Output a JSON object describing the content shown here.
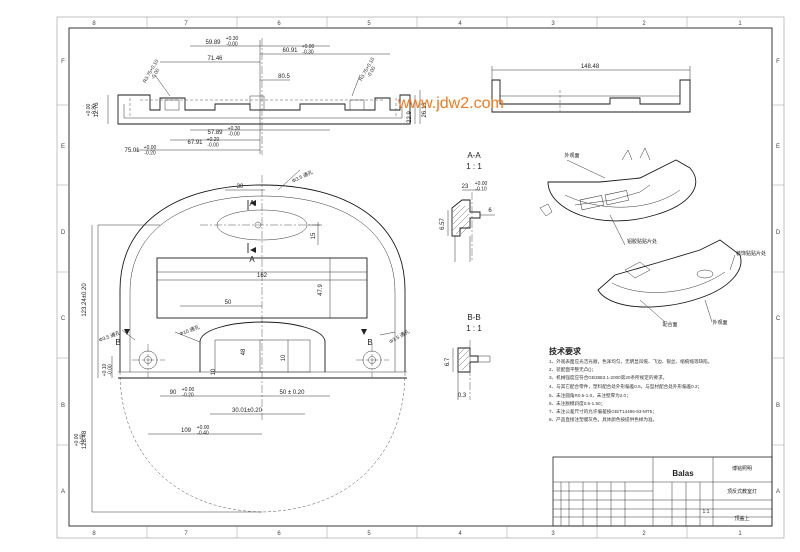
{
  "zones": {
    "top": [
      "8",
      "7",
      "6",
      "5",
      "4",
      "3",
      "2",
      "1"
    ],
    "bottom": [
      "8",
      "7",
      "6",
      "5",
      "4",
      "3",
      "2",
      "1"
    ],
    "left": [
      "F",
      "E",
      "D",
      "C",
      "B",
      "A"
    ],
    "right": [
      "F",
      "E",
      "D",
      "C",
      "B",
      "A"
    ]
  },
  "watermark": "www.jdw2.com",
  "dimensions": {
    "d5989": "59.89",
    "d5989_tol": "+0.30\n-0.00",
    "d6091": "60.91",
    "d6091_tol": "+0.00\n-0.30",
    "d7146": "71.46",
    "d805": "80.5",
    "r375a": "R3.75+0.10\n-0.00",
    "r375b": "R3.75+0.10\n-0.00",
    "d1276": "12.76",
    "d1276_tol": "+0.00\n-0.20",
    "d5789": "57.89",
    "d5789_tol": "+0.30\n-0.00",
    "d6791": "67.91",
    "d6791_tol": "+0.20\n-0.00",
    "d7501": "75.01",
    "d7501_tol": "+0.00\n-0.20",
    "d229": "22.9",
    "d2613": "26.13",
    "d14848": "148.48",
    "d30": "30",
    "d35_thru": "Φ3.5 通孔",
    "d15a": "15",
    "d162": "162",
    "d479": "47.9",
    "d12324": "123.24±0.20",
    "d50": "50",
    "d10_thru": "Φ10 通孔",
    "d15_thru_l": "Φ3.5 通孔",
    "d15_thru_r": "Φ3.5 通孔",
    "d48": "48",
    "d10a": "10",
    "d10b": "10",
    "d10_tol": "+0.10\n-0.00",
    "d90": "90",
    "d90_tol": "+0.00\n-0.20",
    "d50pm": "50 ± 0.20",
    "d3001": "30.01±0.20",
    "d109": "109",
    "d109_tol": "+0.00\n-0.40",
    "d12848": "128.48",
    "d12848_tol": "+0.00\n-0.40",
    "d6": "6",
    "d23": "23",
    "d23_tol": "+0.00\n-0.10",
    "d657": "6.57",
    "d67": "6.7",
    "d03": "0.3"
  },
  "sections": {
    "aa_title": "A-A",
    "aa_scale": "1 : 1",
    "bb_title": "B-B",
    "bb_scale": "1 : 1",
    "A": "A",
    "B": "B"
  },
  "callouts": {
    "outer_shell": "外观面",
    "inner_label": "铝胶贴贴片处",
    "right_label": "装饰贴贴片处",
    "mating": "配合面",
    "outer_shell2": "外观面"
  },
  "tech": {
    "title": "技术要求",
    "items": [
      "1、外观表面应光洁光顺，色泽均匀，无明显凹痕、飞边、银丝、缩痕缩等缺陷。",
      "2、装配面平整无凸()；",
      "3、机械强度应符合GB3883.1-2000第20条所规定的要求。",
      "4、与其它配合零件，塑料配合处外形偏差0.5，与型材配合处外形偏差0.2；",
      "5、未注圆角R0.5-1.0，未注壁厚为2.0；",
      "6、未注脱模斜度0.5-1.50；",
      "7、未注公差尺寸的允许偏差按GB/T14486-93-MT5；",
      "8、产品直接注塑膜灰色，具体颜色按提供色样为准。"
    ]
  },
  "title_block": {
    "company": "Balas",
    "company_cn": "博铭照明",
    "part_name": "顶反式教室灯",
    "part_code": "顶盖上",
    "scale": "1:1"
  }
}
